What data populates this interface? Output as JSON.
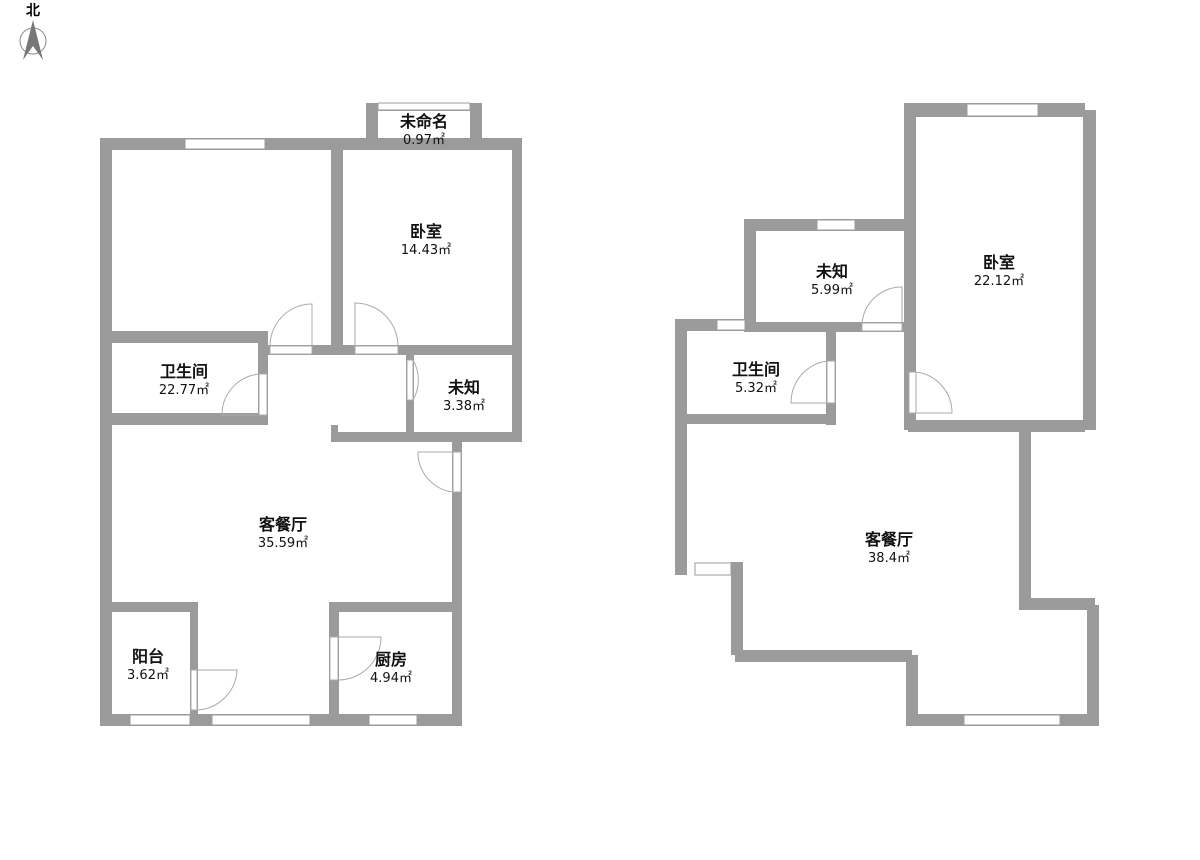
{
  "compass": {
    "label": "北"
  },
  "plans": [
    {
      "rooms": [
        {
          "name": "未命名",
          "area": "0.97㎡"
        },
        {
          "name": "卧室",
          "area": "14.43㎡"
        },
        {
          "name": "卫生间",
          "area": "22.77㎡"
        },
        {
          "name": "未知",
          "area": "3.38㎡"
        },
        {
          "name": "客餐厅",
          "area": "35.59㎡"
        },
        {
          "name": "阳台",
          "area": "3.62㎡"
        },
        {
          "name": "厨房",
          "area": "4.94㎡"
        }
      ]
    },
    {
      "rooms": [
        {
          "name": "未知",
          "area": "5.99㎡"
        },
        {
          "name": "卧室",
          "area": "22.12㎡"
        },
        {
          "name": "卫生间",
          "area": "5.32㎡"
        },
        {
          "name": "客餐厅",
          "area": "38.4㎡"
        }
      ]
    }
  ]
}
